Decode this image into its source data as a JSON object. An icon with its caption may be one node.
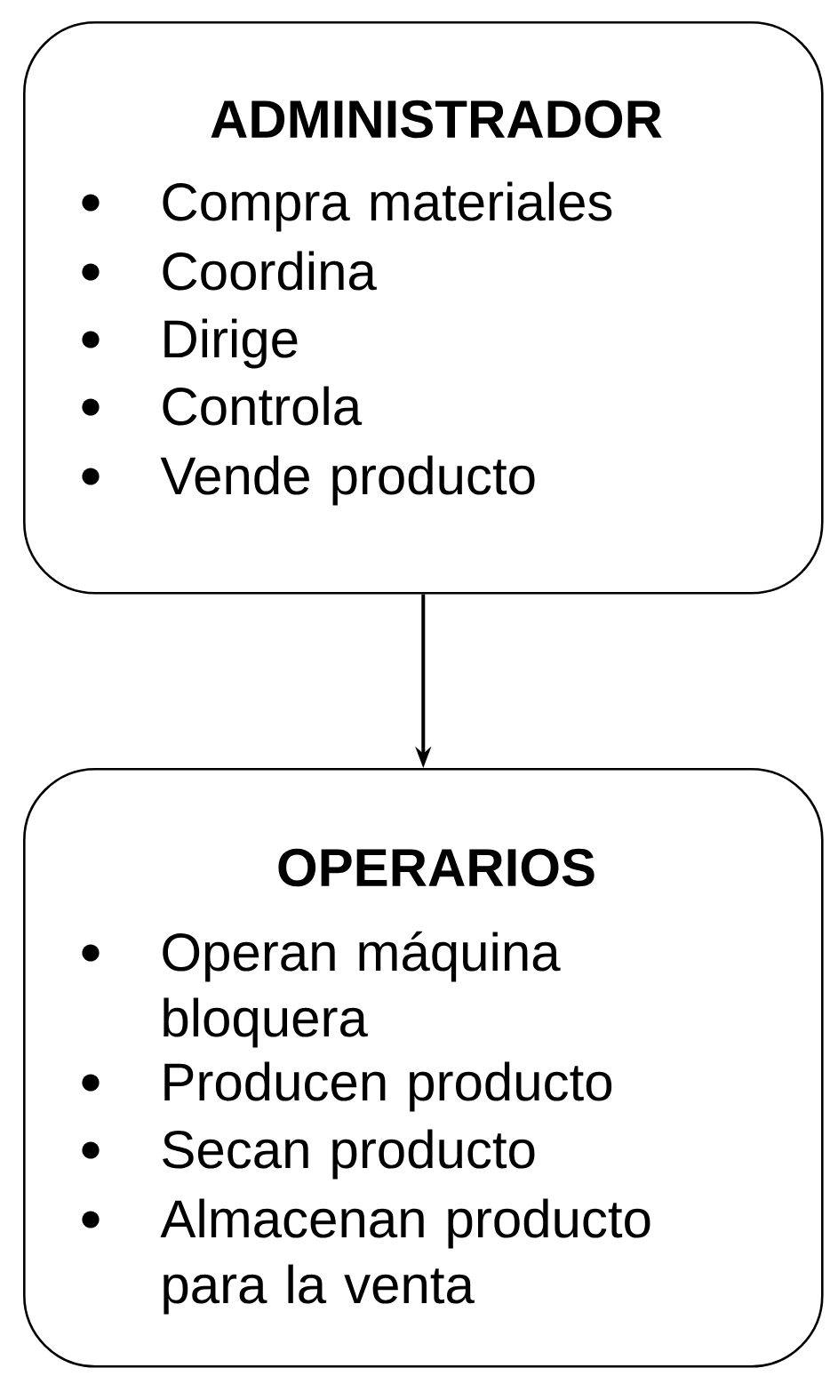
{
  "diagram": {
    "nodes": [
      {
        "text": [
          "ADMINISTRADOR",
          "Compra materiales",
          "Coordina",
          "Dirige",
          "Controla",
          "Vende producto"
        ]
      },
      {
        "text": [
          "OPERARIOS",
          "Operan máquina bloquera",
          "Producen producto",
          "Secan producto",
          "Almacenan producto para la venta"
        ]
      }
    ],
    "edges": [
      {
        "from": 0,
        "to": 1,
        "arrow": "to"
      }
    ]
  }
}
